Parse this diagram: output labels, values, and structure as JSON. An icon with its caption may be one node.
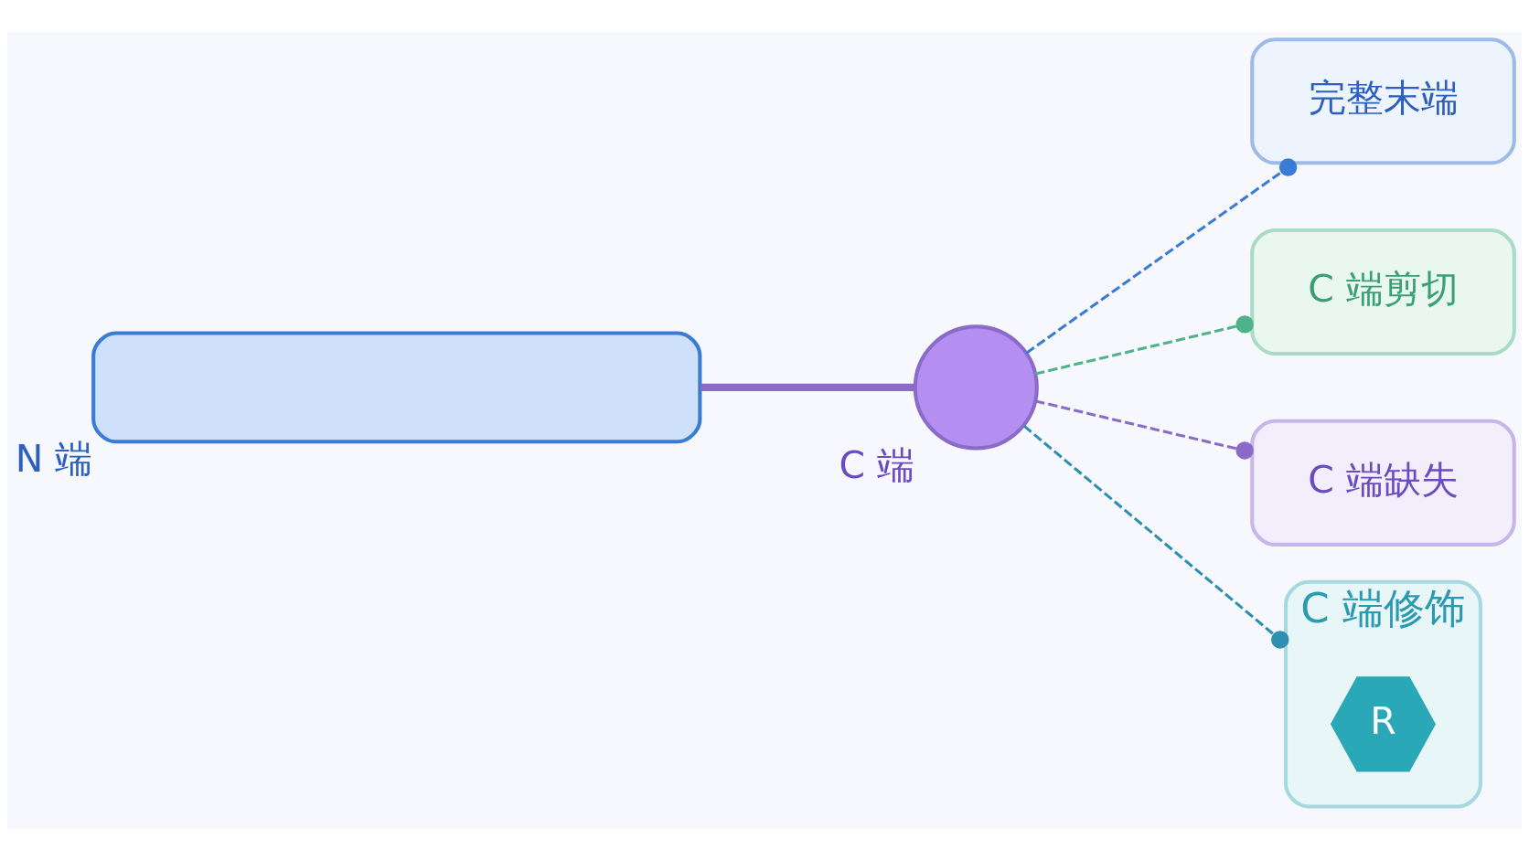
{
  "diagram": {
    "nodes": [
      {
        "text": [],
        "shape": "bar",
        "beside": [
          "N 端"
        ]
      },
      {
        "text": [],
        "shape": "circle",
        "beside": [
          "C 端"
        ]
      },
      {
        "text": [
          "完整末端"
        ]
      },
      {
        "text": [
          "C 端剪切"
        ]
      },
      {
        "text": [
          "C 端缺失"
        ]
      },
      {
        "text": [
          "C 端修饰"
        ]
      },
      {
        "text": [
          "R"
        ],
        "in": 5
      }
    ],
    "edges": [
      {
        "from": 0,
        "to": 1,
        "arrow": "none",
        "style": "thick",
        "color": "#8a6cc8"
      },
      {
        "from": 1,
        "to": 2,
        "arrow": "other",
        "style": "dashed",
        "color": "#3a7bd5"
      },
      {
        "from": 1,
        "to": 3,
        "arrow": "other",
        "style": "dashed",
        "color": "#4fb38a"
      },
      {
        "from": 1,
        "to": 4,
        "arrow": "other",
        "style": "dashed",
        "color": "#8a6cc8"
      },
      {
        "from": 1,
        "to": 5,
        "arrow": "other",
        "style": "dashed",
        "color": "#2f8fb0"
      }
    ]
  }
}
